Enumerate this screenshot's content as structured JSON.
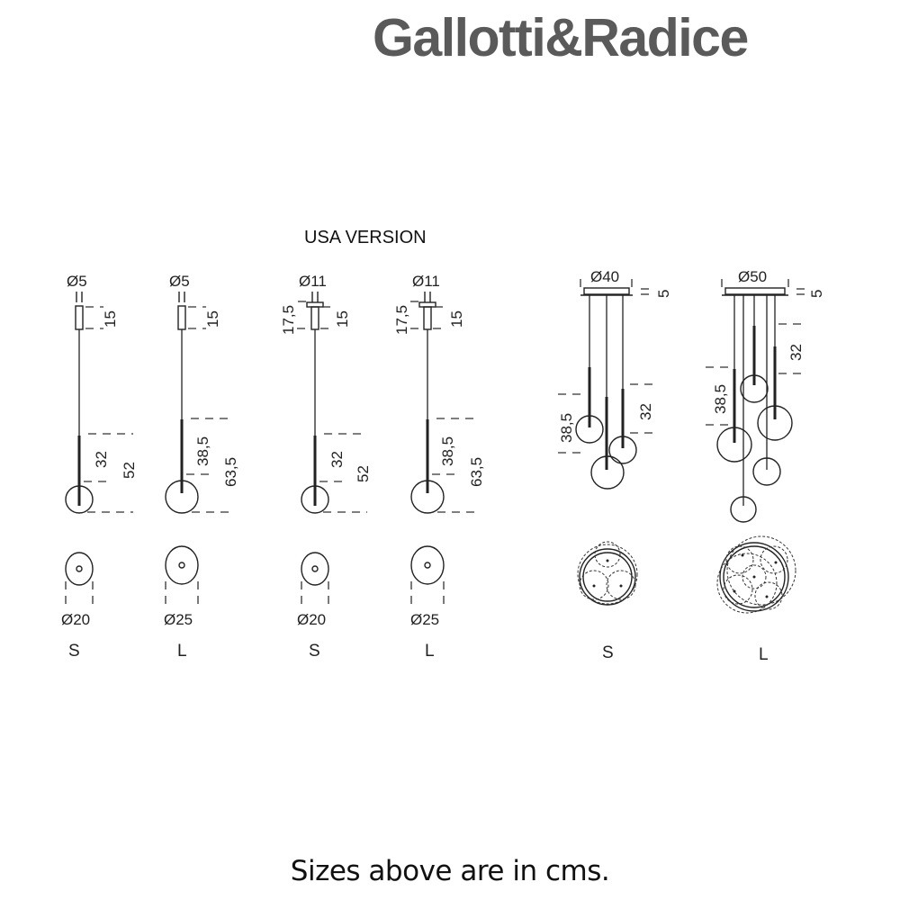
{
  "brand": {
    "logo_text": "Gallotti&Radice"
  },
  "title": "USA VERSION",
  "footer": "Sizes above are in cms.",
  "pendants": [
    {
      "size": "S",
      "canopy_dia": "Ø5",
      "canopy_h": "15",
      "rod_len": "32",
      "total": "52",
      "globe_dia": "Ø20"
    },
    {
      "size": "L",
      "canopy_dia": "Ø5",
      "canopy_h": "15",
      "rod_len": "38,5",
      "total": "63,5",
      "globe_dia": "Ø25"
    },
    {
      "size": "S",
      "canopy_dia": "Ø11",
      "canopy_h": "15",
      "plate_h": "17,5",
      "rod_len": "32",
      "total": "52",
      "globe_dia": "Ø20"
    },
    {
      "size": "L",
      "canopy_dia": "Ø11",
      "canopy_h": "15",
      "plate_h": "17,5",
      "rod_len": "38,5",
      "total": "63,5",
      "globe_dia": "Ø25"
    }
  ],
  "clusters": [
    {
      "size": "S",
      "canopy_dia": "Ø40",
      "canopy_h": "5",
      "rod_large": "38,5",
      "rod_small": "32"
    },
    {
      "size": "L",
      "canopy_dia": "Ø50",
      "canopy_h": "5",
      "rod_large": "38,5",
      "rod_small": "32"
    }
  ]
}
